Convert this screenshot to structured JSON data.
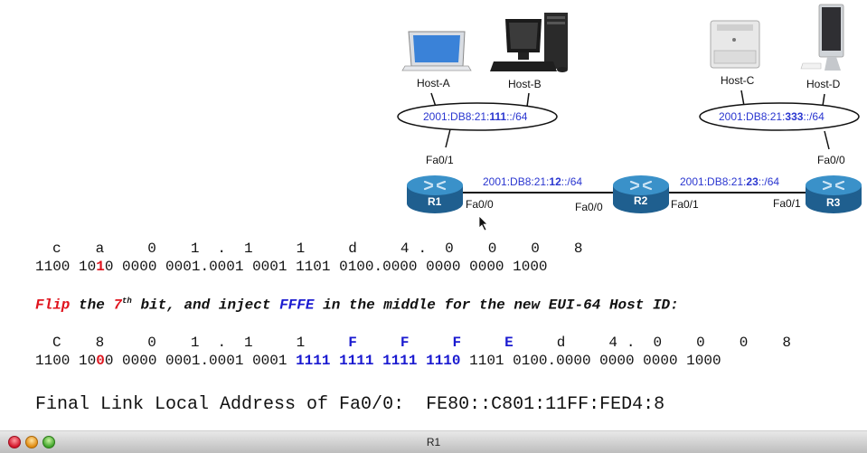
{
  "window": {
    "title": "R1",
    "buttons": {
      "close": "close",
      "minimize": "minimize",
      "zoom": "zoom"
    }
  },
  "diagram": {
    "hosts": [
      {
        "id": "host-a",
        "label": "Host-A",
        "icon": "laptop-icon"
      },
      {
        "id": "host-b",
        "label": "Host-B",
        "icon": "desktop-pc-icon"
      },
      {
        "id": "host-c",
        "label": "Host-C",
        "icon": "printer-icon"
      },
      {
        "id": "host-d",
        "label": "Host-D",
        "icon": "imac-icon"
      }
    ],
    "lans": [
      {
        "prefix_pre": "2001:DB8:21:",
        "prefix_bold": "111",
        "prefix_post": "::/64"
      },
      {
        "prefix_pre": "2001:DB8:21:",
        "prefix_bold": "333",
        "prefix_post": "::/64"
      }
    ],
    "links": [
      {
        "prefix_pre": "2001:DB8:21:",
        "prefix_bold": "12",
        "prefix_post": "::/64"
      },
      {
        "prefix_pre": "2001:DB8:21:",
        "prefix_bold": "23",
        "prefix_post": "::/64"
      }
    ],
    "routers": [
      {
        "label": "R1"
      },
      {
        "label": "R2"
      },
      {
        "label": "R3"
      }
    ],
    "interfaces": {
      "r1_lan": "Fa0/1",
      "r1_link": "Fa0/0",
      "r2_left": "Fa0/0",
      "r2_right": "Fa0/1",
      "r3_left": "Fa0/1",
      "r3_lan": "Fa0/0"
    },
    "colors": {
      "prefix": "#2a36d0",
      "router": "#2a7bb5"
    }
  },
  "mac": {
    "hex": [
      "c",
      "a",
      "0",
      "1",
      ".",
      "1",
      "1",
      "d",
      "4",
      ".",
      "0",
      "0",
      "0",
      "8"
    ],
    "binary": {
      "g1": "1100",
      "g2_pre": "10",
      "g2_flip": "1",
      "g2_post": "0",
      "rest": "0000 0001.0001 0001 1101 0100.0000 0000 0000 1000"
    }
  },
  "instruction": {
    "flip": "Flip",
    "text1": " the ",
    "seventh": "7",
    "th": "th",
    "text2": " bit, and inject ",
    "fffe": "FFFE",
    "text3": " in the middle for the new EUI-64 Host ID:"
  },
  "eui64": {
    "hex": [
      "C",
      "8",
      "0",
      "1",
      ".",
      "1",
      "1",
      "F",
      "F",
      "F",
      "E",
      "d",
      "4",
      ".",
      "0",
      "0",
      "0",
      "8"
    ],
    "binary": {
      "g1": "1100",
      "g2_pre": "10",
      "g2_flip": "0",
      "g2_post": "0",
      "mid": " 0000 0001.0001 0001 ",
      "fffe": "1111 1111 1111 1110",
      "rest": " 1101 0100.0000 0000 0000 1000"
    }
  },
  "final": {
    "label": "Final Link Local Address of Fa0/0:",
    "address": "FE80::C801:11FF:FED4:8"
  },
  "colors": {
    "red": "#e0141e",
    "blue": "#1a1ad0"
  }
}
